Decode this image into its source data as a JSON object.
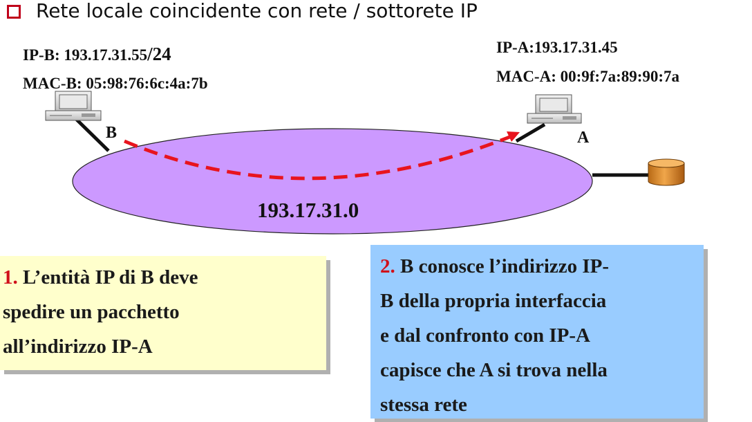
{
  "heading": "Rete locale coincidente con rete / sottorete IP",
  "host_b": {
    "ip_label": "IP-B: 193.17.31.55",
    "mask": "/24",
    "mac_label": "MAC-B: 05:98:76:6c:4a:7b",
    "letter": "B"
  },
  "host_a": {
    "ip_label": "IP-A:193.17.31.45",
    "mac_label": "MAC-A: 00:9f:7a:89:90:7a",
    "letter": "A"
  },
  "network": {
    "address": "193.17.31.0",
    "color": "#cc99ff"
  },
  "step1": {
    "number": "1.",
    "lines": [
      "L’entità IP di B deve",
      "spedire un pacchetto",
      "all’indirizzo IP-A"
    ],
    "background": "#ffffcc"
  },
  "step2": {
    "number": "2.",
    "lines": [
      "B conosce l’indirizzo IP-",
      "B della propria interfaccia",
      "e dal confronto con IP-A",
      "capisce che A si trova nella",
      "stessa rete"
    ],
    "background": "#99ccff"
  },
  "accent_color": "#e8141e"
}
